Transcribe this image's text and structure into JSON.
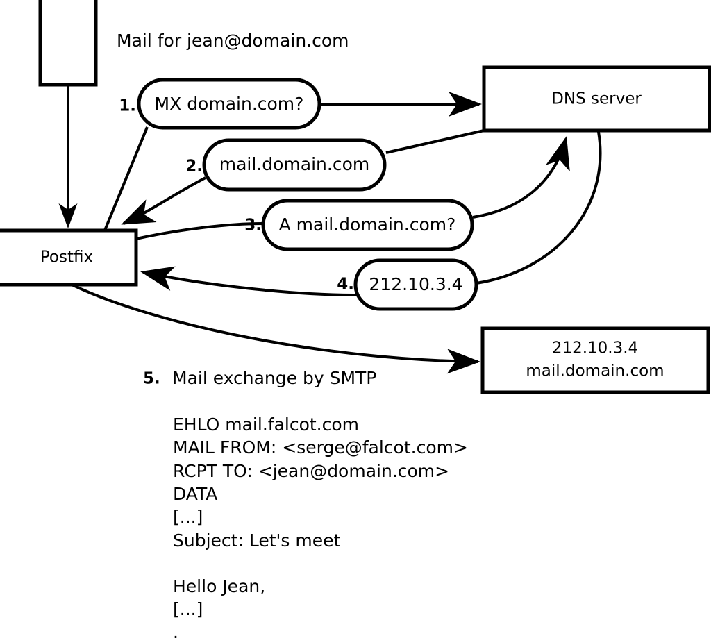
{
  "diagram": {
    "title_note": "Mail for jean@domain.com",
    "nodes": [
      {
        "id": "client",
        "label": ""
      },
      {
        "id": "postfix",
        "label": "Postfix"
      },
      {
        "id": "dns",
        "label": "DNS server"
      },
      {
        "id": "remote",
        "label_line1": "212.10.3.4",
        "label_line2": "mail.domain.com"
      }
    ],
    "steps": [
      {
        "num": "1.",
        "label": "MX domain.com?"
      },
      {
        "num": "2.",
        "label": "mail.domain.com"
      },
      {
        "num": "3.",
        "label": "A mail.domain.com?"
      },
      {
        "num": "4.",
        "label": "212.10.3.4"
      }
    ],
    "step5": {
      "num": "5.",
      "caption": "Mail exchange by SMTP"
    },
    "transcript": [
      "EHLO mail.falcot.com",
      "MAIL FROM: <serge@falcot.com>",
      "RCPT TO: <jean@domain.com>",
      "DATA",
      "[...]",
      "Subject: Let's meet",
      "",
      "Hello Jean,",
      "[...]",
      "."
    ],
    "colors": {
      "stroke": "#000000",
      "fill": "#ffffff",
      "text": "#000000"
    }
  }
}
